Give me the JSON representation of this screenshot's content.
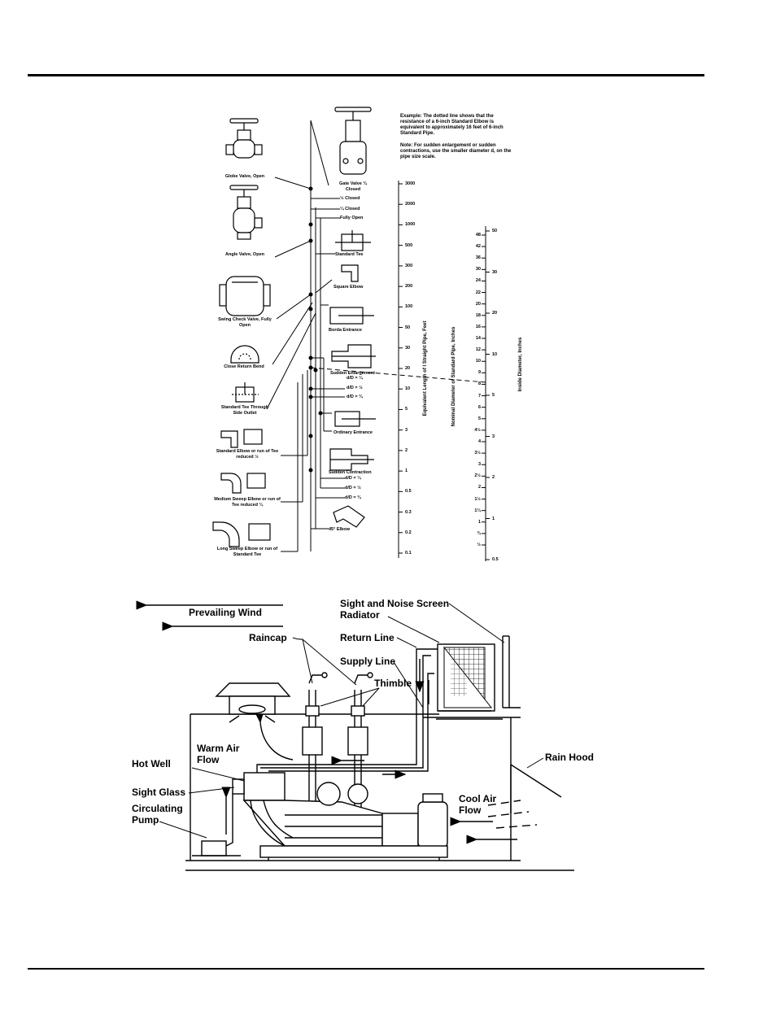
{
  "nomograph": {
    "left_fittings": [
      "Globe Valve, Open",
      "Angle Valve, Open",
      "Swing Check Valve, Fully Open",
      "Close Return Bend",
      "Standard Tee Through Side Outlet",
      "Standard Elbow or run of Tee reduced ½",
      "Medium Sweep Elbow or run of Tee reduced ¼",
      "Long Sweep Elbow or run of Standard Tee"
    ],
    "right_fittings": [
      "Gate Valve ¾ Closed",
      "½ Closed",
      "¼ Closed",
      "Fully Open",
      "Standard Tee",
      "Square Elbow",
      "Borda Entrance",
      "Sudden Enlargement",
      "d/D = ¼",
      "d/D = ½",
      "d/D = ¾",
      "Ordinary Entrance",
      "Sudden Contraction",
      "d/D = ¼",
      "d/D = ½",
      "d/D = ¾",
      "45° Elbow"
    ],
    "example_note": "Example: The dotted line shows that the resistance of a 6-inch Standard Elbow is equivalent to approximately 16 feet of 6-inch Standard Pipe.",
    "sudden_note": "Note: For sudden enlargement or sudden contractions, use the smaller diameter d, on the pipe size scale.",
    "scale_equiv": {
      "label": "Equivalent Length of l Straight Pipe, Feet",
      "ticks": [
        "3000",
        "2000",
        "1000",
        "500",
        "300",
        "200",
        "100",
        "50",
        "30",
        "20",
        "10",
        "5",
        "3",
        "2",
        "1",
        "0.5",
        "0.3",
        "0.2",
        "0.1"
      ]
    },
    "scale_nominal": {
      "label": "Nominal Diameter of Standard Pipe, Inches",
      "ticks": [
        "48",
        "42",
        "36",
        "30",
        "24",
        "22",
        "20",
        "18",
        "16",
        "14",
        "12",
        "10",
        "9",
        "8",
        "7",
        "6",
        "5",
        "4½",
        "4",
        "3½",
        "3",
        "2½",
        "2",
        "1½",
        "1¼",
        "1",
        "¾",
        "½"
      ]
    },
    "scale_inside": {
      "label": "Inside Diameter, Inches",
      "ticks": [
        "50",
        "30",
        "20",
        "10",
        "5",
        "3",
        "2",
        "1",
        "0.5"
      ]
    }
  },
  "installation": {
    "prevailing_wind": "Prevailing Wind",
    "sight_noise_screen": "Sight and Noise Screen",
    "radiator": "Radiator",
    "return_line": "Return Line",
    "raincap": "Raincap",
    "supply_line": "Supply Line",
    "thimble": "Thimble",
    "warm_air_flow": "Warm Air Flow",
    "hot_well": "Hot Well",
    "sight_glass": "Sight Glass",
    "circulating_pump": "Circulating Pump",
    "rain_hood": "Rain Hood",
    "cool_air_flow": "Cool Air Flow"
  }
}
